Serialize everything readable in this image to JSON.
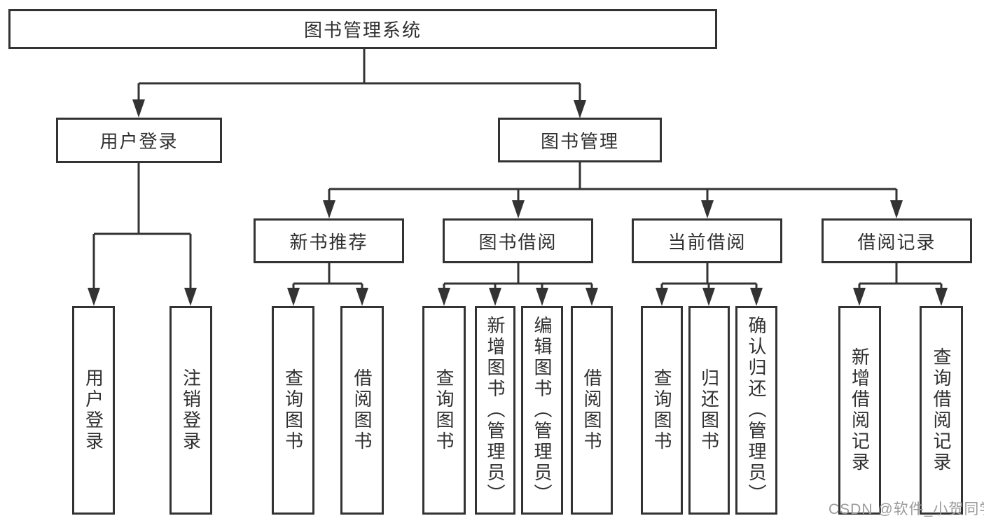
{
  "root": {
    "label": "图书管理系统"
  },
  "level2": [
    {
      "id": "user-login",
      "label": "用户登录",
      "parent": "图书管理系统"
    },
    {
      "id": "book-management",
      "label": "图书管理",
      "parent": "图书管理系统"
    }
  ],
  "level3": [
    {
      "id": "new-book-recommend",
      "label": "新书推荐",
      "parent": "图书管理"
    },
    {
      "id": "book-borrow",
      "label": "图书借阅",
      "parent": "图书管理"
    },
    {
      "id": "current-borrow",
      "label": "当前借阅",
      "parent": "图书管理"
    },
    {
      "id": "borrow-records",
      "label": "借阅记录",
      "parent": "图书管理"
    }
  ],
  "leaves": [
    {
      "id": "leaf-user-login",
      "label": "用户登录",
      "parent": "用户登录"
    },
    {
      "id": "leaf-logout",
      "label": "注销登录",
      "parent": "用户登录"
    },
    {
      "id": "leaf-query-book-1",
      "label": "查询图书",
      "parent": "新书推荐"
    },
    {
      "id": "leaf-borrow-book-1",
      "label": "借阅图书",
      "parent": "新书推荐"
    },
    {
      "id": "leaf-query-book-2",
      "label": "查询图书",
      "parent": "图书借阅"
    },
    {
      "id": "leaf-add-book-admin",
      "label": "新增图书（管理员）",
      "parent": "图书借阅"
    },
    {
      "id": "leaf-edit-book-admin",
      "label": "编辑图书（管理员）",
      "parent": "图书借阅"
    },
    {
      "id": "leaf-borrow-book-2",
      "label": "借阅图书",
      "parent": "图书借阅"
    },
    {
      "id": "leaf-query-book-3",
      "label": "查询图书",
      "parent": "当前借阅"
    },
    {
      "id": "leaf-return-book",
      "label": "归还图书",
      "parent": "当前借阅"
    },
    {
      "id": "leaf-confirm-return-admin",
      "label": "确认归还（管理员）",
      "parent": "当前借阅"
    },
    {
      "id": "leaf-add-borrow-record",
      "label": "新增借阅记录",
      "parent": "借阅记录"
    },
    {
      "id": "leaf-query-borrow-record",
      "label": "查询借阅记录",
      "parent": "借阅记录"
    }
  ],
  "watermark": {
    "label": "CSDN @软件_小贺同学"
  },
  "colors": {
    "line": "#333333",
    "box_border": "#333333",
    "box_background": "#ffffff",
    "text": "#2f2f2f",
    "watermark": "#9b9b9b",
    "background": "#ffffff"
  }
}
